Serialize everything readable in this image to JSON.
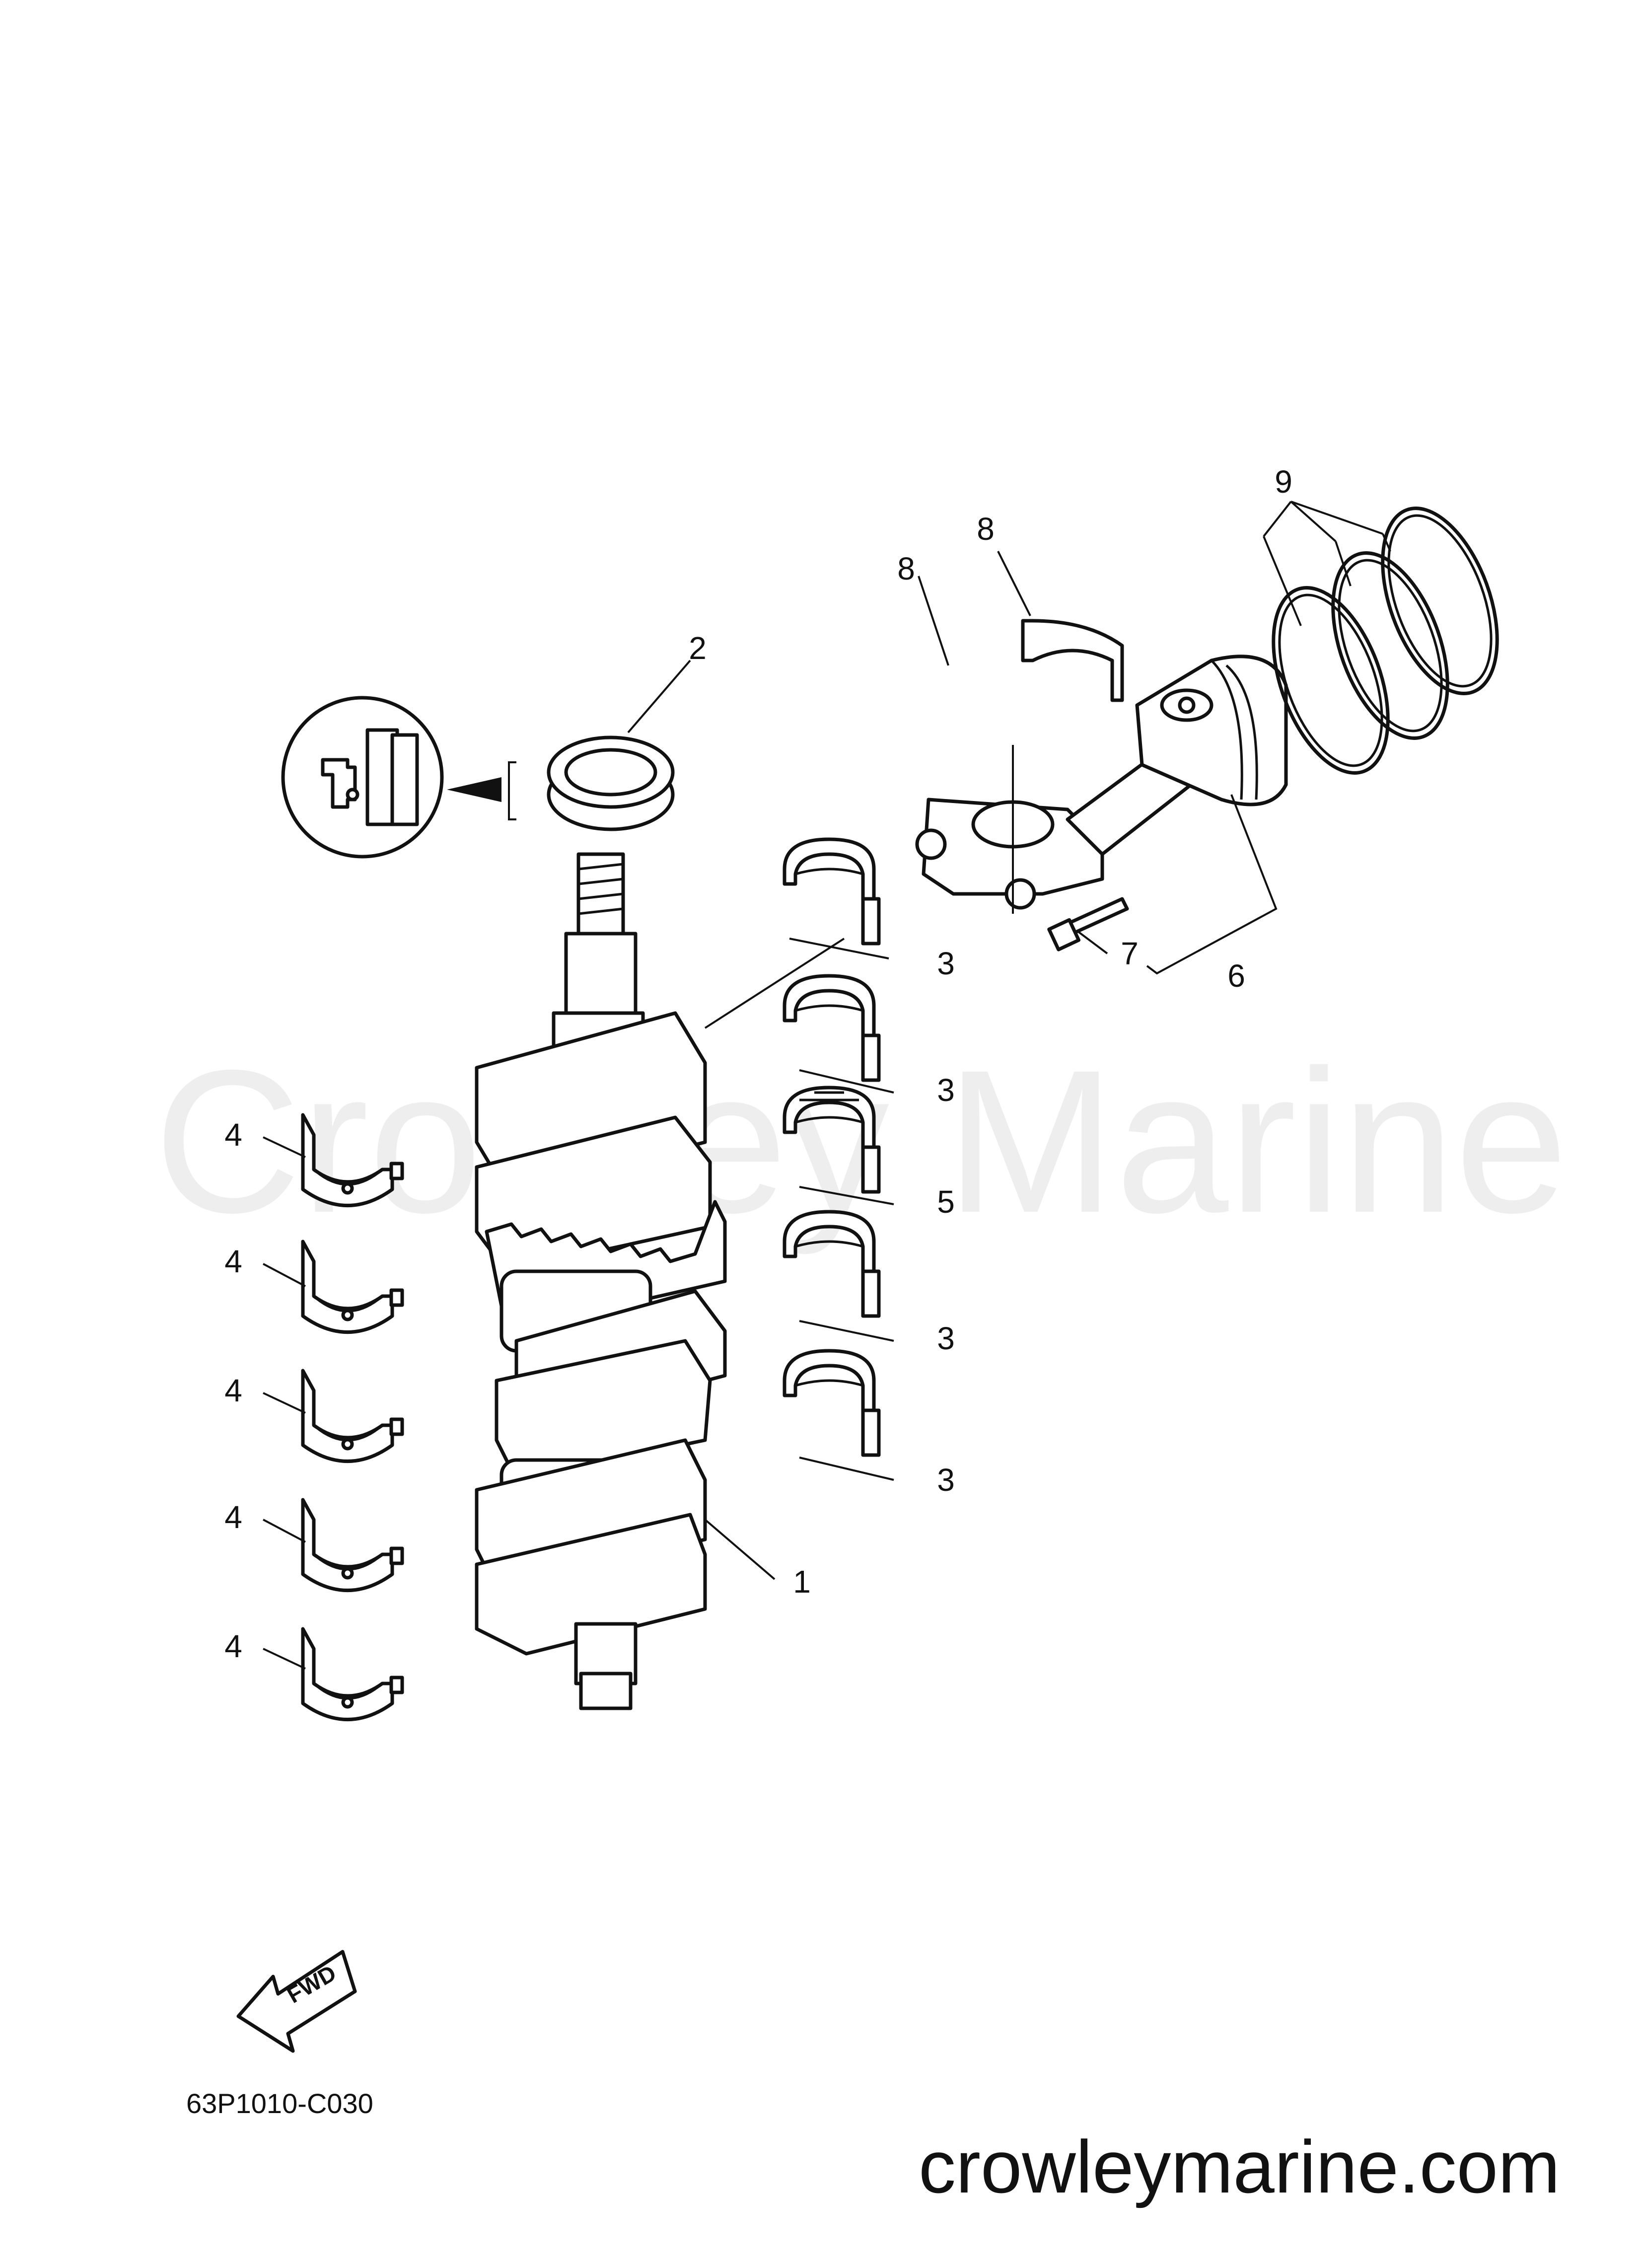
{
  "watermark": "Crowley Marine",
  "diagram_code": "63P1010-C030",
  "footer_site": "crowleymarine.com",
  "fwd_label": "FWD",
  "callouts": {
    "c1": "1",
    "c2": "2",
    "c3a": "3",
    "c3b": "3",
    "c3c": "3",
    "c3d": "3",
    "c4a": "4",
    "c4b": "4",
    "c4c": "4",
    "c4d": "4",
    "c4e": "4",
    "c5": "5",
    "c6": "6",
    "c7": "7",
    "c8a": "8",
    "c8b": "8",
    "c9": "9"
  }
}
